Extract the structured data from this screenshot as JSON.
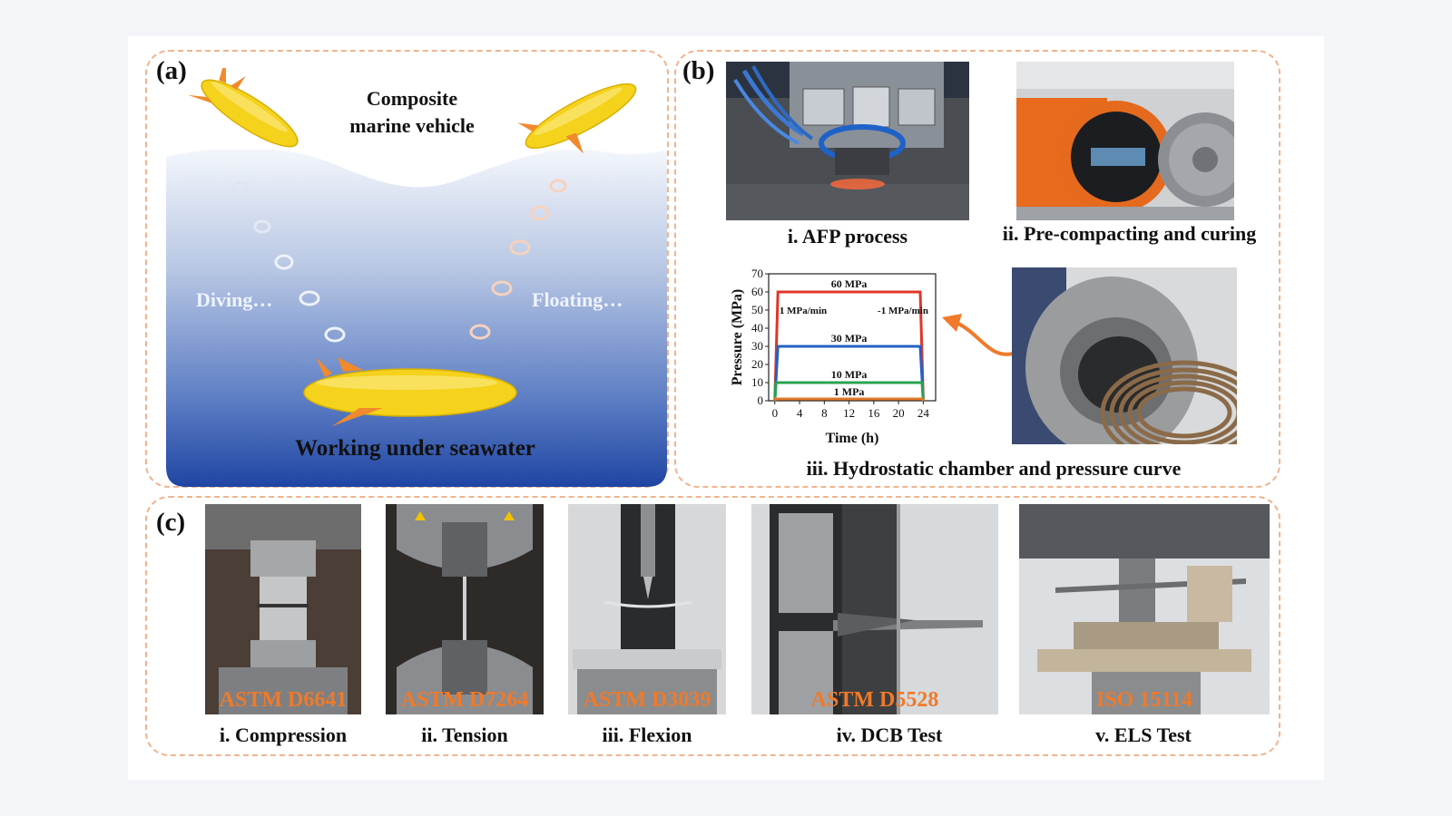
{
  "panel_a": {
    "label": "(a)",
    "title_line1": "Composite",
    "title_line2": "marine vehicle",
    "diving": "Diving…",
    "floating": "Floating…",
    "caption": "Working under seawater"
  },
  "panel_b": {
    "label": "(b)",
    "captions": {
      "afp": "i. AFP process",
      "curing": "ii. Pre-compacting and curing",
      "chamber": "iii. Hydrostatic chamber and pressure curve"
    },
    "chart_data": {
      "type": "line",
      "xlabel": "Time (h)",
      "ylabel": "Pressure (MPa)",
      "xlim": [
        -1,
        26
      ],
      "ylim": [
        0,
        70
      ],
      "xticks": [
        0,
        4,
        8,
        12,
        16,
        20,
        24
      ],
      "yticks": [
        0,
        10,
        20,
        30,
        40,
        50,
        60,
        70
      ],
      "series": [
        {
          "name": "60 MPa",
          "color": "#e0352b",
          "x": [
            0,
            0.5,
            23.5,
            24
          ],
          "y": [
            0,
            60,
            60,
            0
          ]
        },
        {
          "name": "30 MPa",
          "color": "#2560c4",
          "x": [
            0,
            0.5,
            23.5,
            24
          ],
          "y": [
            0,
            30,
            30,
            0
          ]
        },
        {
          "name": "10 MPa",
          "color": "#27a352",
          "x": [
            0,
            0.2,
            23.8,
            24
          ],
          "y": [
            0,
            10,
            10,
            0
          ]
        },
        {
          "name": "1 MPa",
          "color": "#e07a2a",
          "x": [
            0,
            0.05,
            23.95,
            24
          ],
          "y": [
            0,
            1,
            1,
            0
          ]
        }
      ],
      "annotations": {
        "rate_up": "1 MPa/min",
        "rate_down": "-1 MPa/min",
        "l60": "60 MPa",
        "l30": "30 MPa",
        "l10": "10 MPa",
        "l1": "1 MPa"
      }
    }
  },
  "panel_c": {
    "label": "(c)",
    "tests": [
      {
        "standard": "ASTM D6641",
        "caption": "i. Compression"
      },
      {
        "standard": "ASTM D7264",
        "caption": "ii. Tension"
      },
      {
        "standard": "ASTM D3039",
        "caption": "iii. Flexion"
      },
      {
        "standard": "ASTM D5528",
        "caption": "iv. DCB Test"
      },
      {
        "standard": "ISO 15114",
        "caption": "v. ELS Test"
      }
    ]
  },
  "colors": {
    "panel_border": "#f0b48e",
    "vehicle": "#f5d21c",
    "fin": "#f08a2c",
    "water_top": "#f4f7fc",
    "water_bottom": "#1f45a3",
    "accent": "#f07a2a"
  }
}
